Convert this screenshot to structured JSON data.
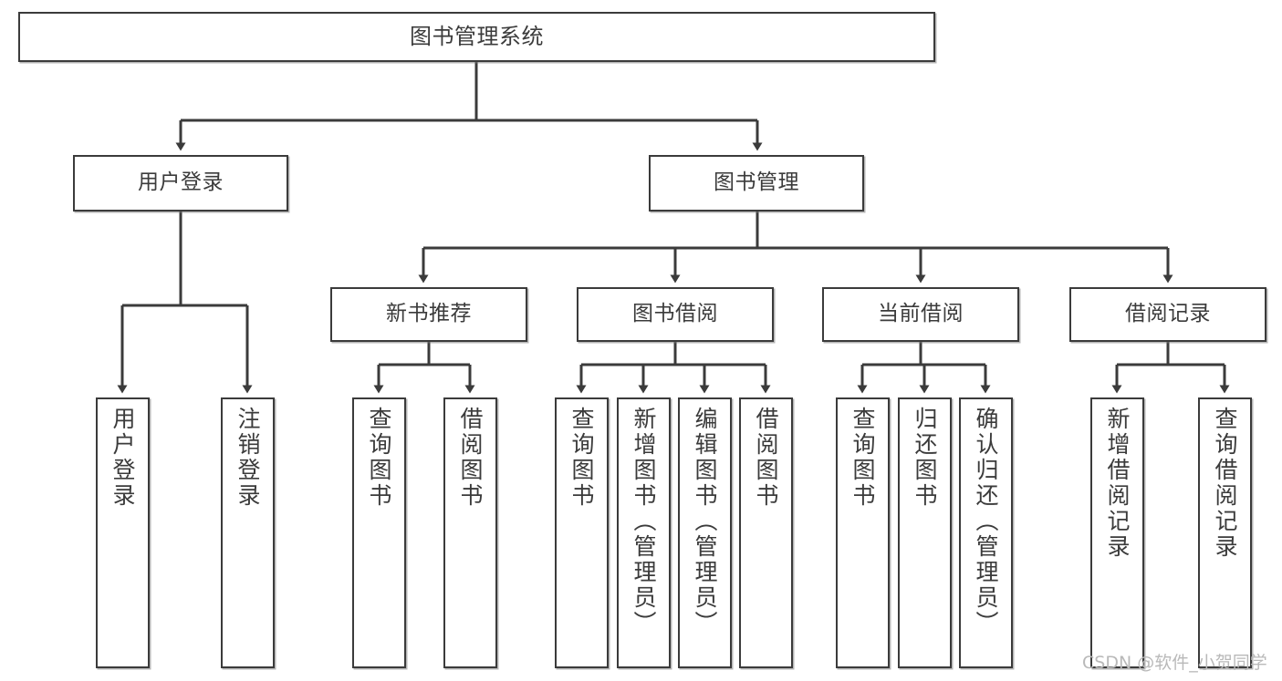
{
  "diagram": {
    "title": "图书管理系统",
    "type": "tree-hierarchy",
    "orientation": "top-down",
    "colors": {
      "node_border": "#3b3b3b",
      "node_fill": "#ffffff",
      "edge": "#3b3b3b",
      "text": "#3b3b3b",
      "watermark": "#b9b9b9",
      "background": "#ffffff"
    }
  },
  "watermark": {
    "text": "CSDN @软件_小贺同学"
  },
  "nodes": {
    "root": {
      "label": "图书管理系统"
    },
    "level2": [
      {
        "label": "用户登录"
      },
      {
        "label": "图书管理"
      }
    ],
    "level3": [
      {
        "label": "新书推荐"
      },
      {
        "label": "图书借阅"
      },
      {
        "label": "当前借阅"
      },
      {
        "label": "借阅记录"
      }
    ],
    "leaves": {
      "user_login": [
        {
          "label": "用户登录"
        },
        {
          "label": "注销登录"
        }
      ],
      "new_book_recommend": [
        {
          "label": "查询图书"
        },
        {
          "label": "借阅图书"
        }
      ],
      "book_borrow": [
        {
          "label": "查询图书"
        },
        {
          "label": "新增图书（管理员）"
        },
        {
          "label": "编辑图书（管理员）"
        },
        {
          "label": "借阅图书"
        }
      ],
      "current_borrow": [
        {
          "label": "查询图书"
        },
        {
          "label": "归还图书"
        },
        {
          "label": "确认归还（管理员）"
        }
      ],
      "borrow_record": [
        {
          "label": "新增借阅记录"
        },
        {
          "label": "查询借阅记录"
        }
      ]
    }
  }
}
